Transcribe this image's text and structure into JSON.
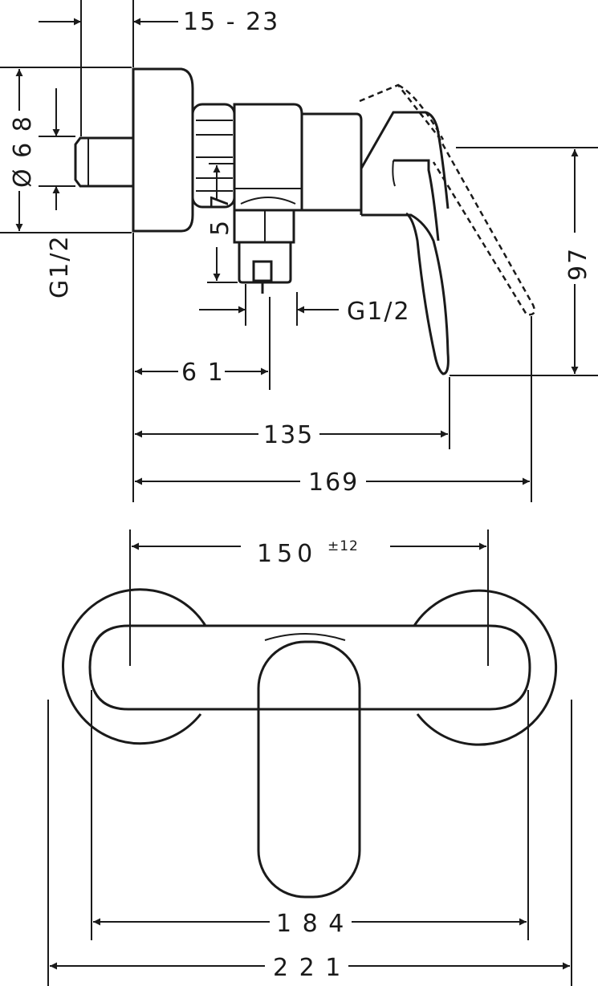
{
  "side_view": {
    "depth_dim": "15 - 23",
    "diameter_dim": "Ø 6 8",
    "inlet_thread": "G1/2",
    "height_dim": "5 7",
    "outlet_thread": "G1/2",
    "lever_height_dim": "97",
    "dim_61": "6 1",
    "dim_135": "135",
    "dim_169": "169"
  },
  "front_view": {
    "centers_dim": "150",
    "centers_tolerance": "±12",
    "dim_184": "1 8 4",
    "dim_221": "2 2 1"
  }
}
